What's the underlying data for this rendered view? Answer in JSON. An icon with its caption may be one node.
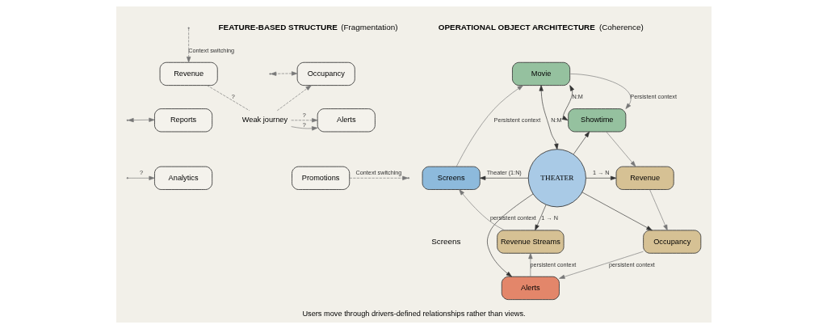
{
  "diagram": {
    "caption": "Users move through drivers-defined relationships rather than views.",
    "nodes": [
      {
        "text": [
          "Revenue"
        ]
      },
      {
        "text": [
          "Occupancy"
        ]
      },
      {
        "text": [
          "Reports"
        ]
      },
      {
        "text": [
          "Weak journey"
        ]
      },
      {
        "text": [
          "Alerts"
        ]
      },
      {
        "text": [
          "Analytics"
        ]
      },
      {
        "text": [
          "Promotions"
        ]
      },
      {
        "text": [
          "Movie"
        ]
      },
      {
        "text": [
          "Showtime"
        ]
      },
      {
        "text": [
          "Screens"
        ]
      },
      {
        "text": [
          "THEATER"
        ]
      },
      {
        "text": [
          "Revenue"
        ]
      },
      {
        "text": [
          "Revenue Streams"
        ]
      },
      {
        "text": [
          "Occupancy"
        ]
      },
      {
        "text": [
          "Alerts"
        ]
      }
    ],
    "edges": [
      {
        "from": 0,
        "to": 3,
        "arrow": "none",
        "style": "dashed",
        "label": "?"
      },
      {
        "from": 3,
        "to": 1,
        "arrow": "to",
        "style": "dashed"
      },
      {
        "from": null,
        "to": 0,
        "arrow": "to",
        "style": "dashed",
        "label": "Context switching"
      },
      {
        "from": 1,
        "to": null,
        "arrow": "both",
        "style": "dashed"
      },
      {
        "from": 3,
        "to": 4,
        "arrow": "to",
        "style": "dashed",
        "label": "?"
      },
      {
        "from": 2,
        "to": null,
        "arrow": "both"
      },
      {
        "from": 3,
        "to": 4,
        "arrow": "to",
        "label": "?"
      },
      {
        "from": null,
        "to": 5,
        "arrow": "to",
        "label": "?"
      },
      {
        "from": 6,
        "to": null,
        "arrow": "to",
        "style": "dashed",
        "label": "Context switching"
      },
      {
        "from": 9,
        "to": 7,
        "arrow": "to",
        "label": "Persistent context"
      },
      {
        "from": 7,
        "to": 8,
        "arrow": "to",
        "label": "Persistent context"
      },
      {
        "from": 7,
        "to": 8,
        "arrow": "both",
        "label": "N:M",
        "color": "#333333"
      },
      {
        "from": 7,
        "to": 10,
        "arrow": "both",
        "label": "N:M",
        "color": "#333333"
      },
      {
        "from": 10,
        "to": 8,
        "arrow": "to",
        "color": "#333333"
      },
      {
        "from": 8,
        "to": 11,
        "arrow": "to"
      },
      {
        "from": 10,
        "to": 9,
        "arrow": "to",
        "label": "Theater (1:N)",
        "color": "#333333"
      },
      {
        "from": 10,
        "to": 11,
        "arrow": "to",
        "label": "1 → N",
        "color": "#333333"
      },
      {
        "from": 11,
        "to": 13,
        "arrow": "to"
      },
      {
        "from": 10,
        "to": 13,
        "arrow": "to",
        "color": "#333333"
      },
      {
        "from": 13,
        "to": 14,
        "arrow": "to",
        "label": "persistent context"
      },
      {
        "from": 10,
        "to": 14,
        "arrow": "to",
        "color": "#333333"
      },
      {
        "from": 14,
        "to": 12,
        "arrow": "to",
        "label": "persistent context"
      },
      {
        "from": 10,
        "to": 12,
        "arrow": "to",
        "label": "1 → N",
        "color": "#333333"
      },
      {
        "from": 12,
        "to": 9,
        "arrow": "to",
        "label": "persistent context"
      }
    ],
    "labels": [
      "**FEATURE-BASED STRUCTURE** (Fragmentation)",
      "**OPERATIONAL OBJECT ARCHITECTURE** (Coherence)",
      "Screens"
    ]
  }
}
